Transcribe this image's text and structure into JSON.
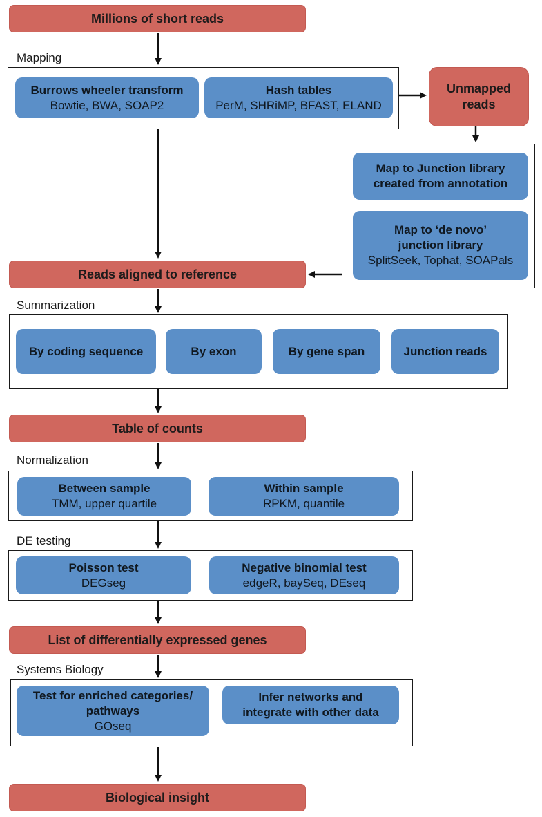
{
  "nodes": {
    "short_reads": "Millions of short reads",
    "unmapped": [
      "Unmapped",
      "reads"
    ],
    "aligned": "Reads aligned to reference",
    "counts": "Table of counts",
    "de_genes": "List of differentially expressed genes",
    "insight": "Biological insight"
  },
  "mapping": {
    "label": "Mapping",
    "bwt": {
      "title": "Burrows wheeler transform",
      "tools": "Bowtie, BWA, SOAP2"
    },
    "hash": {
      "title": "Hash tables",
      "tools": "PerM, SHRiMP, BFAST, ELAND"
    }
  },
  "junction": {
    "annot": [
      "Map to Junction library",
      "created from annotation"
    ],
    "denovo": {
      "title": [
        "Map to ‘de novo’",
        "junction library"
      ],
      "tools": "SplitSeek, Tophat, SOAPals"
    }
  },
  "summarization": {
    "label": "Summarization",
    "items": [
      "By coding sequence",
      "By exon",
      "By gene span",
      "Junction reads"
    ]
  },
  "normalization": {
    "label": "Normalization",
    "between": {
      "title": "Between sample",
      "tools": "TMM, upper quartile"
    },
    "within": {
      "title": "Within sample",
      "tools": "RPKM, quantile"
    }
  },
  "de_testing": {
    "label": "DE testing",
    "poisson": {
      "title": "Poisson test",
      "tools": "DEGseg"
    },
    "negbin": {
      "title": "Negative binomial test",
      "tools": "edgeR, baySeq, DEseq"
    }
  },
  "systems": {
    "label": "Systems Biology",
    "enrich": {
      "title": [
        "Test for enriched categories/",
        "pathways"
      ],
      "tools": "GOseq"
    },
    "networks": [
      "Infer networks and",
      "integrate with other data"
    ]
  }
}
